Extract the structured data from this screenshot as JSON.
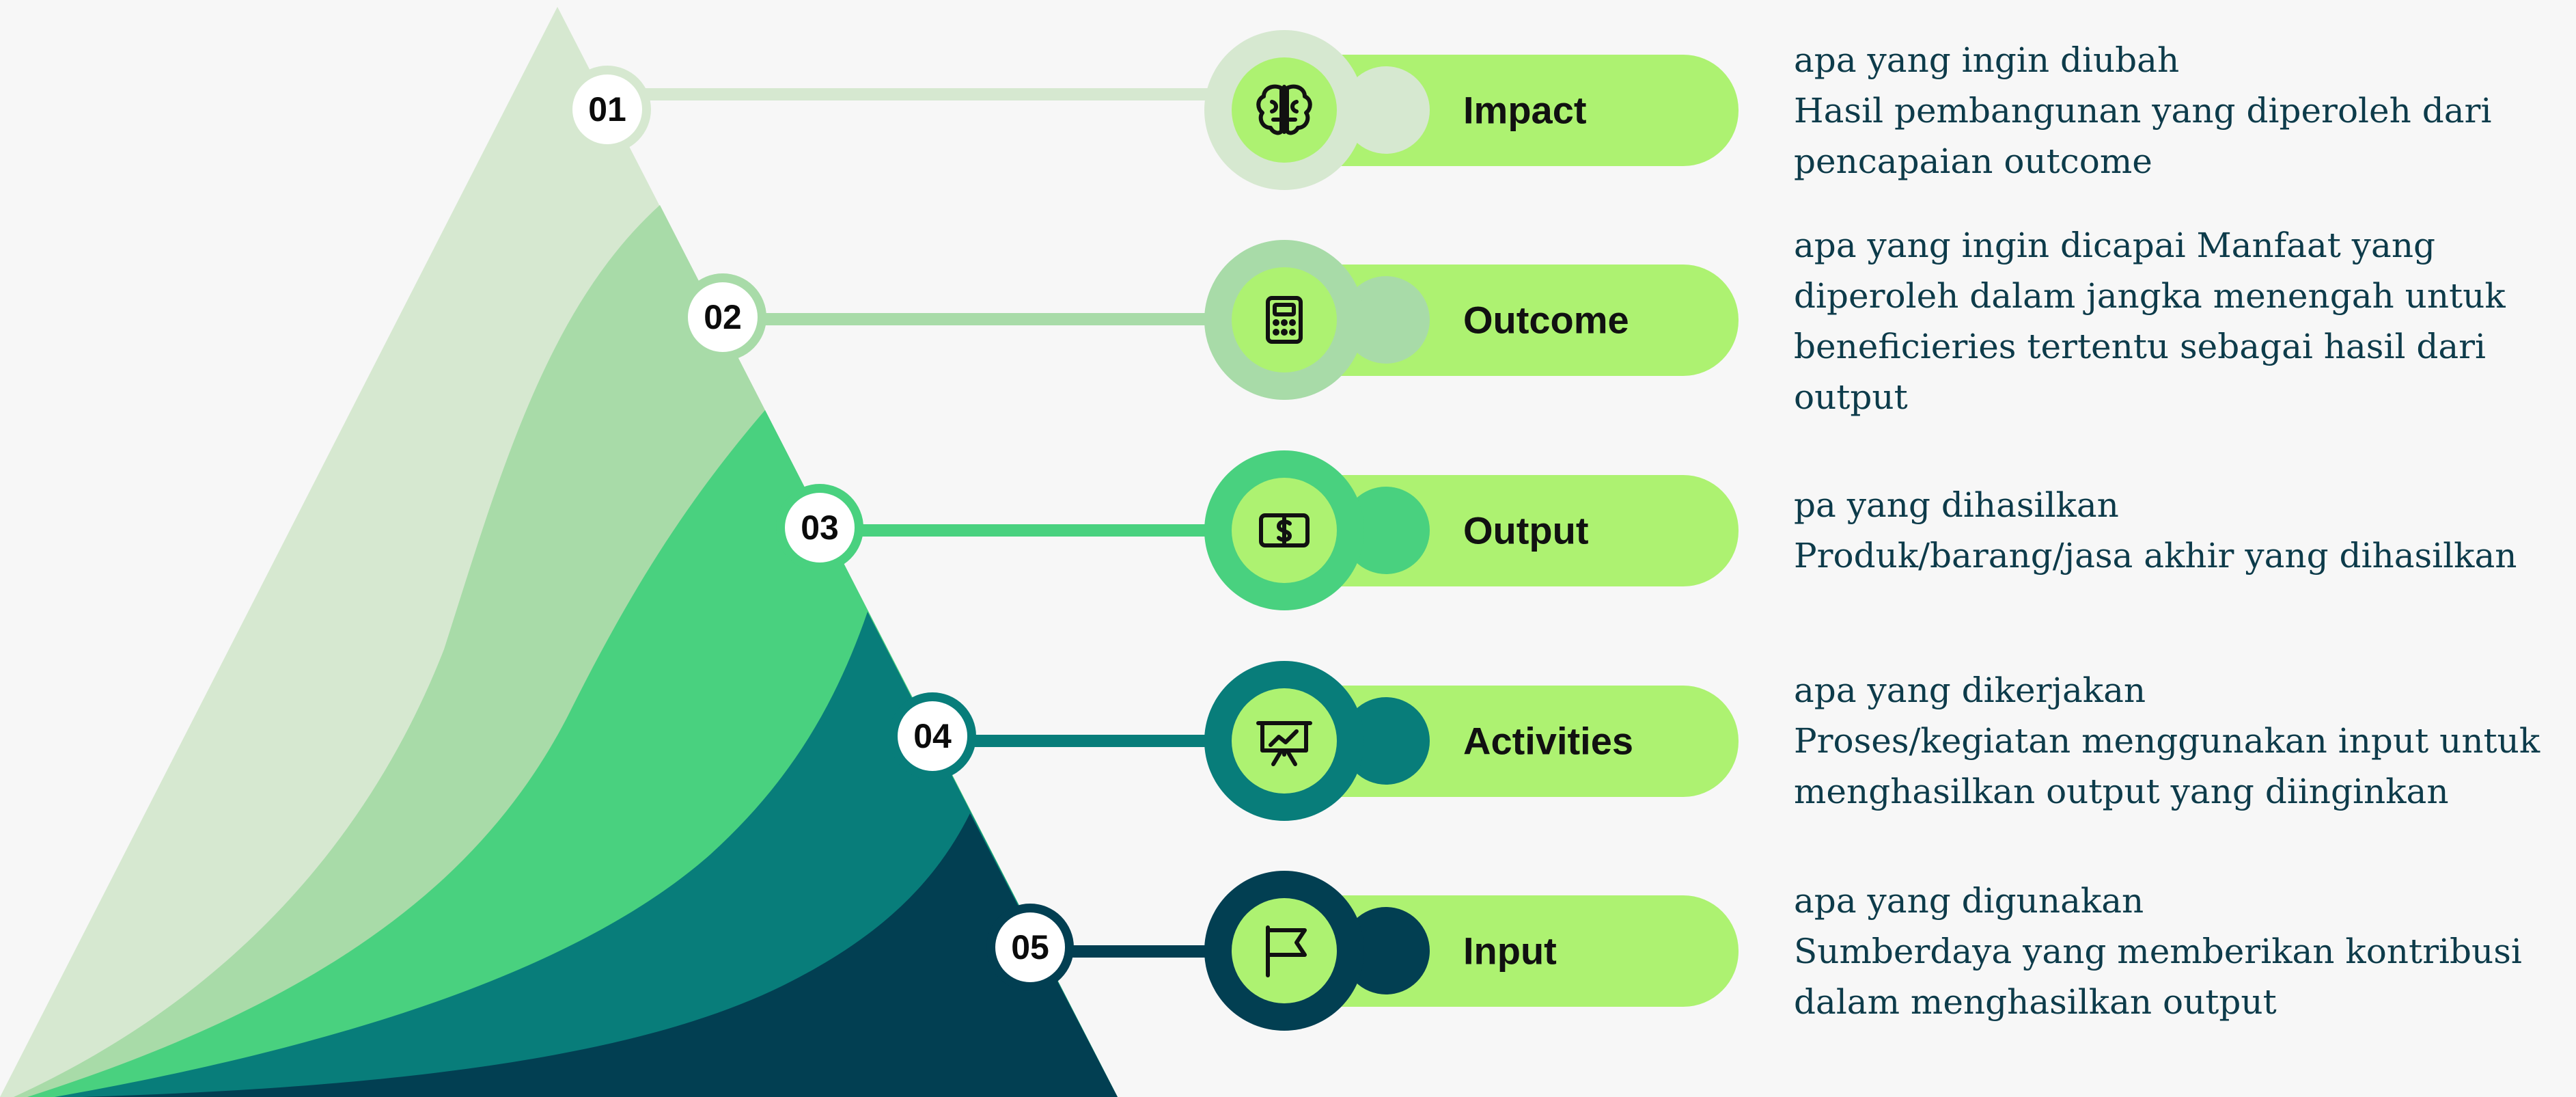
{
  "colors": {
    "background": "#f7f7f7",
    "pill": "#adf271",
    "text_dark": "#0d3b4a",
    "layers": [
      "#d6e8d0",
      "#a8dba8",
      "#49d17f",
      "#087d7a",
      "#023f52"
    ]
  },
  "steps": [
    {
      "number": "01",
      "label": "Impact",
      "icon": "brain-icon",
      "color": "#d6e8d0",
      "description": [
        "apa yang ingin diubah",
        "Hasil pembangunan yang diperoleh dari",
        "pencapaian outcome"
      ]
    },
    {
      "number": "02",
      "label": "Outcome",
      "icon": "calculator-icon",
      "color": "#a8dba8",
      "description": [
        "apa yang ingin dicapai Manfaat yang",
        "diperoleh dalam jangka menengah untuk",
        "beneficieries tertentu sebagai hasil dari",
        "output"
      ]
    },
    {
      "number": "03",
      "label": "Output",
      "icon": "money-icon",
      "color": "#49d17f",
      "description": [
        "pa yang dihasilkan",
        "Produk/barang/jasa akhir yang dihasilkan"
      ]
    },
    {
      "number": "04",
      "label": "Activities",
      "icon": "presentation-board-icon",
      "color": "#087d7a",
      "description": [
        "apa yang dikerjakan",
        "Proses/kegiatan menggunakan input untuk",
        "menghasilkan output yang diinginkan"
      ]
    },
    {
      "number": "05",
      "label": "Input",
      "icon": "flag-icon",
      "color": "#023f52",
      "description": [
        "apa yang digunakan",
        "Sumberdaya yang memberikan  kontribusi",
        "dalam menghasilkan output"
      ]
    }
  ]
}
